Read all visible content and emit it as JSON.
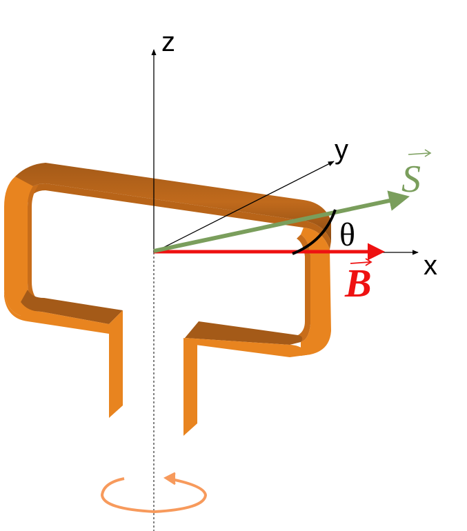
{
  "axes": {
    "x_label": "x",
    "y_label": "y",
    "z_label": "z"
  },
  "vectors": {
    "area_vector_label": "S",
    "field_vector_label": "B"
  },
  "angle": {
    "label": "θ"
  },
  "colors": {
    "coil": "#e8841f",
    "coil_dark": "#a45a18",
    "coil_light": "#f4a24a",
    "area_vector": "#7a9e5c",
    "field_vector": "#ee1111",
    "rotation_arrow": "#f79a5c",
    "axis": "#000000"
  },
  "icons": {
    "rotation": "rotation-arrow-icon"
  }
}
